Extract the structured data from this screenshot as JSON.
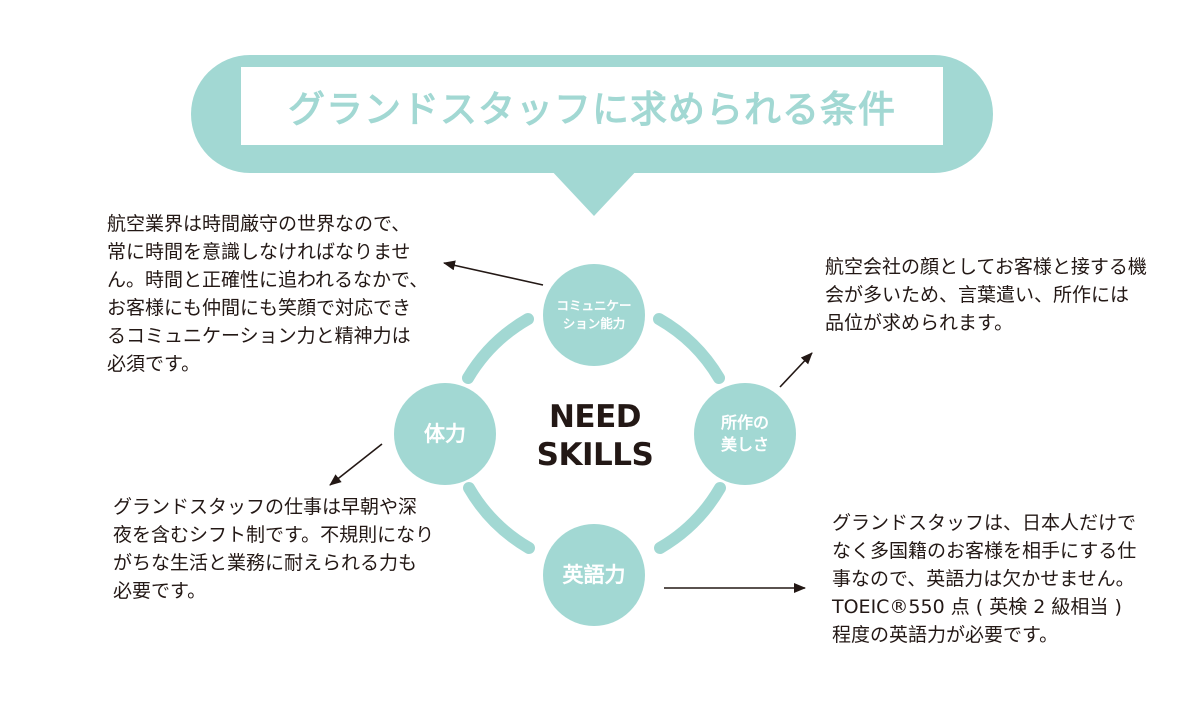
{
  "banner": {
    "title": "グランドスタッフに求められる条件"
  },
  "center": {
    "label": "NEED\nSKILLS"
  },
  "nodes": {
    "communication": "コミュニケー\nション能力",
    "manners": "所作の\n美しさ",
    "english": "英語力",
    "stamina": "体力"
  },
  "descriptions": {
    "communication": "航空業界は時間厳守の世界なので、常に時間を意識しなければなりません。時間と正確性に追われるなかで、お客様にも仲間にも笑顔で対応できるコミュニケーション力と精神力は必須です。",
    "manners": "航空会社の顔としてお客様と接する機会が多いため、言葉遣い、所作には品位が求められます。",
    "stamina": "グランドスタッフの仕事は早朝や深夜を含むシフト制です。不規則になりがちな生活と業務に耐えられる力も必要です。",
    "english": "グランドスタッフは、日本人だけでなく多国籍のお客様を相手にする仕事なので、英語力は欠かせません。TOEIC®550 点 ( 英検 2 級相当 ) 程度の英語力が必要です。"
  },
  "colors": {
    "accent": "#a2d8d3",
    "text": "#231815",
    "white": "#ffffff"
  }
}
